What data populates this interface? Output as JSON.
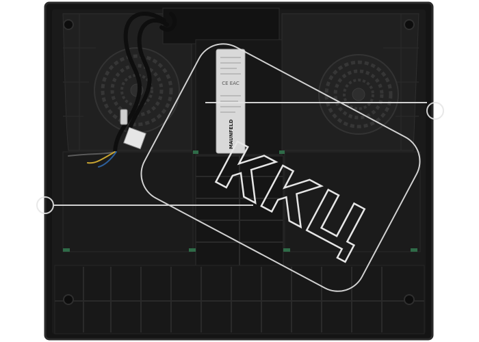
{
  "photo": {
    "subject": "Induction hob underside",
    "colors": {
      "background": "#ffffff",
      "housing": "#141414",
      "housing_edge": "#2a2a2a",
      "panel": "#1d1d1d",
      "rib": "#262626",
      "fan": "#2c2c2c",
      "cable": "#0e0e0e",
      "sticker": "#d9d9d9",
      "accent_green": "#2f6b48",
      "watermark": "#e6e6e6"
    },
    "label": {
      "brand": "MAUNFELD",
      "icons": "CE / EAC marks"
    },
    "watermark": {
      "text": "ККЦ"
    }
  }
}
